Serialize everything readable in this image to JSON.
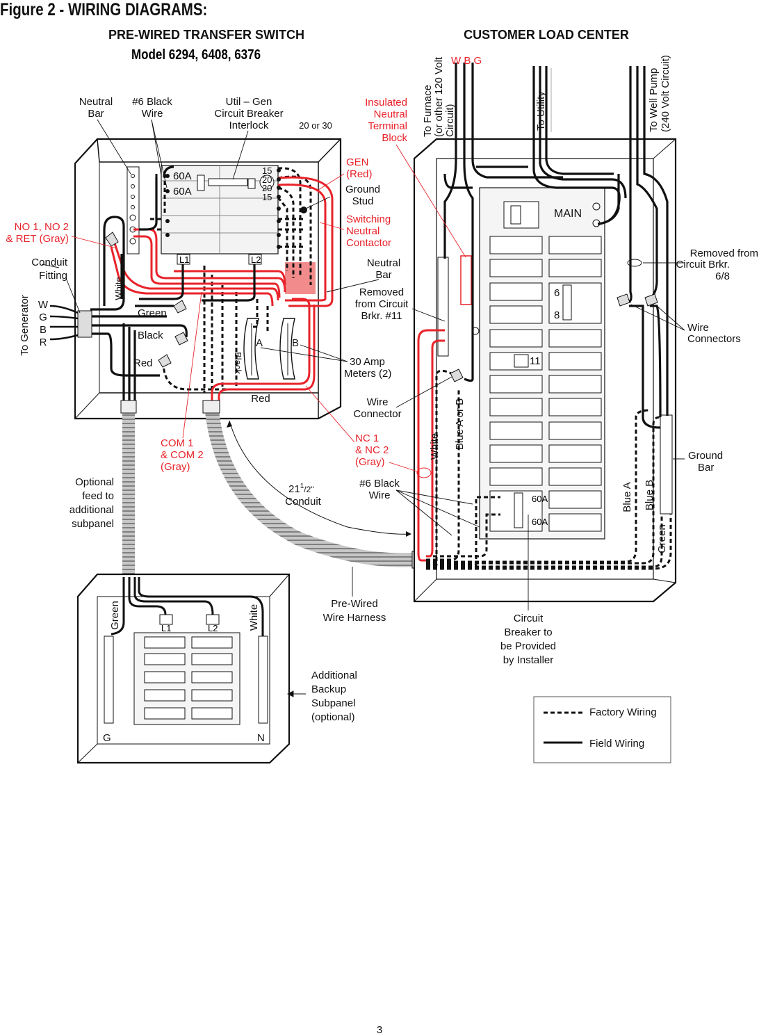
{
  "figure_title": "Figure 2 - WIRING DIAGRAMS:",
  "page_number": "3",
  "colors": {
    "factory_wiring": "#111111",
    "red_wiring": "#e8232a",
    "box_fill": "#ffffff",
    "panel_gray": "#f0f0f0"
  },
  "transfer_switch": {
    "title": "PRE-WIRED TRANSFER SWITCH",
    "model": "Model 6294, 6408, 6376",
    "labels": {
      "neutral_bar": [
        "Neutral",
        "Bar"
      ],
      "black_wire_6": [
        "#6 Black",
        "Wire"
      ],
      "interlock": [
        "Util – Gen",
        "Circuit Breaker",
        "Interlock"
      ],
      "amp_20_30": "20 or 30",
      "gen_red": [
        "GEN",
        "(Red)"
      ],
      "ground_stud": [
        "Ground",
        "Stud"
      ],
      "switching_contactor": [
        "Switching",
        "Neutral",
        "Contactor"
      ],
      "no_ret": [
        "NO 1, NO 2",
        "& RET (Gray)"
      ],
      "conduit_fitting": [
        "Conduit",
        "Fitting"
      ],
      "to_generator": "To Generator",
      "wgbr": [
        "W",
        "G",
        "B",
        "R"
      ],
      "white": "White",
      "green": "Green",
      "black": "Black",
      "red": "Red",
      "black_vertical": "Black",
      "red_bottom": "Red",
      "meter_a": "A",
      "meter_b": "B",
      "meters": [
        "30 Amp",
        "Meters (2)"
      ],
      "breaker_60a_1": "60A",
      "breaker_60a_2": "60A",
      "l1": "L1",
      "l2": "L2",
      "ratings": [
        "15",
        "20",
        "20",
        "15"
      ],
      "com": [
        "COM 1",
        "& COM 2",
        "(Gray)"
      ],
      "nc": [
        "NC 1",
        "& NC 2",
        "(Gray)"
      ],
      "wire_connector": [
        "Wire",
        "Connector"
      ],
      "black_wire_6b": [
        "#6 Black",
        "Wire"
      ],
      "conduit_prefix": "21",
      "conduit_sup": "1",
      "conduit_sub": "/2\"",
      "conduit_word": "Conduit",
      "harness": [
        "Pre-Wired",
        "Wire Harness"
      ],
      "optional_feed": [
        "Optional",
        "feed to",
        "additional",
        "subpanel"
      ]
    }
  },
  "load_center": {
    "title": "CUSTOMER LOAD CENTER",
    "labels": {
      "wbg": "W B G",
      "furnace": [
        "To Furnace",
        "(or other 120 Volt",
        "Circuit)"
      ],
      "utility": "To Utility",
      "well_pump": [
        "To Well Pump",
        "(240 Volt Circuit)"
      ],
      "insulated": [
        "Insulated",
        "Neutral",
        "Terminal",
        "Block"
      ],
      "main": "MAIN",
      "neutral_bar": [
        "Neutral",
        "Bar"
      ],
      "removed_11": [
        "Removed",
        "from Circuit",
        "Brkr. #11"
      ],
      "removed_68": [
        "Removed from",
        "Circuit Brkr.",
        "6/8"
      ],
      "wire_connectors": [
        "Wire",
        "Connectors"
      ],
      "ground_bar": [
        "Ground",
        "Bar"
      ],
      "b6": "6",
      "b8": "8",
      "b11": "11",
      "b60a_1": "60A",
      "b60a_2": "60A",
      "white": "White",
      "blue_ab": "Blue A or B",
      "blue_a": "Blue A",
      "blue_b": "Blue B",
      "green": "Green",
      "breaker_installer": [
        "Circuit",
        "Breaker to",
        "be Provided",
        "by Installer"
      ]
    }
  },
  "subpanel": {
    "labels": {
      "green": "Green",
      "white": "White",
      "l1": "L1",
      "l2": "L2",
      "g": "G",
      "n": "N",
      "additional": [
        "Additional",
        "Backup",
        "Subpanel",
        "(optional)"
      ]
    }
  },
  "legend": {
    "factory": "Factory Wiring",
    "field": "Field Wiring"
  }
}
